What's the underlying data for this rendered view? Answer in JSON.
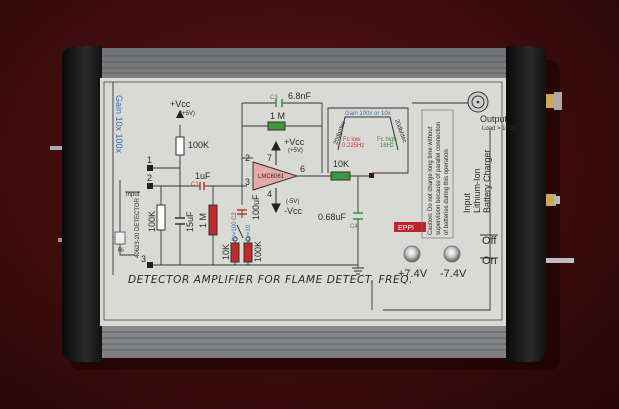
{
  "panel": {
    "title": "DETECTOR AMPLIFIER FOR FLAME DETECT. FREQ.",
    "gain_label": "Gain 10x 100x",
    "vcc_pos": "+Vcc",
    "vcc_pos_note": "(+5V)",
    "vcc_neg": "-Vcc",
    "vcc_neg_note": "(-5V)",
    "input_label": "Input",
    "detector_label": "40623-20 DETECTOR",
    "ri_label": "Ri",
    "pins": [
      "1",
      "2",
      "3"
    ],
    "opamp": {
      "name": "LMC6061",
      "pins": [
        "2",
        "7",
        "3",
        "4",
        "6"
      ]
    },
    "components": {
      "r_bias": "100K",
      "r_in": "100K",
      "c_in": "1uF",
      "c_in_ref": "C1",
      "c_filter": "15uF",
      "r_1m": "1 M",
      "c_feedback": "6.8nF",
      "c_feedback_ref": "C3",
      "r_feedback": "1 M",
      "c_gain": "100uF",
      "c_gain_ref": "C2",
      "r_gain_10k": "10K",
      "r_gain_100k": "100K",
      "gain_opt_a": "Av=100",
      "gain_opt_b": "Av=10",
      "r_out": "10K",
      "c_out": "0.68uF",
      "c_out_ref": "C4"
    },
    "response_graph": {
      "title": "Gain 100x or 10x",
      "slope_left": "20db/dec",
      "slope_right": "20db/dec",
      "fc_low": "Fc low",
      "fc_low_value": "0.225Hz",
      "fc_high": "Fc high",
      "fc_high_value": "16Hz"
    },
    "caution": [
      "Caution: Do not charge long time without",
      "supervision because of parallel connection",
      "of batteries during this operation"
    ],
    "logo": "EPPI",
    "output_label": "Output",
    "output_load": "Load > 100K",
    "charger_label": [
      "Input",
      "Lithium-Ion",
      "Battery Charger"
    ],
    "switch_off": "Off",
    "switch_on": "On",
    "led_pos": "+7.4V",
    "led_neg": "-7.4V"
  },
  "colors": {
    "background": "#3b0b0d",
    "panel": "#d9d9d5",
    "red_part": "#c42a2a",
    "green_part": "#3c9a3c",
    "opamp": "#e9a9a9"
  }
}
